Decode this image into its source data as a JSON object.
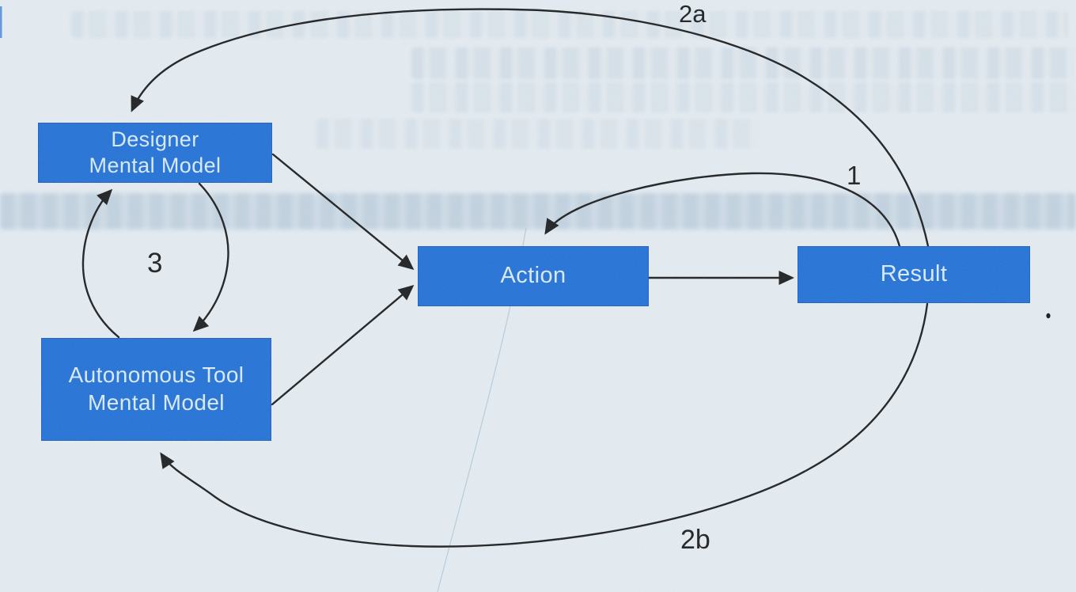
{
  "boxes": {
    "designer": {
      "line1": "Designer",
      "line2": "Mental Model"
    },
    "autonomous": {
      "line1": "Autonomous Tool",
      "line2": "Mental Model"
    },
    "action": {
      "label": "Action"
    },
    "result": {
      "label": "Result"
    }
  },
  "edge_labels": {
    "result_to_action_loop": "1",
    "result_to_designer_feedback": "2a",
    "result_to_autonomous_feedback": "2b",
    "designer_autonomous_cycle": "3"
  },
  "colors": {
    "box_fill": "#2170d7",
    "box_text": "#dcedfb",
    "line": "#1c1c1c",
    "background": "#e8eef2"
  }
}
